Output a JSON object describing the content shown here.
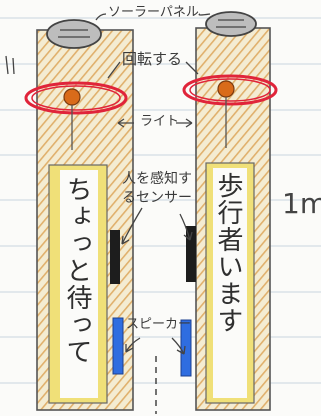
{
  "labels": {
    "solar_panel": "ソーラーパネル",
    "rotate": "回転する",
    "light": "ライト",
    "human_sensor": "人を感知するセンサー",
    "speaker": "スピーカー",
    "scale": "1m"
  },
  "pillar_messages": {
    "left": "ちょっと待って",
    "right": "歩行者います"
  },
  "colors": {
    "pillar_fill": "#f2e9c8",
    "stripe": "#e0b06c",
    "rotating_ring": "#e0243a",
    "lamp": "#d96b1a",
    "sensor": "#1d1d1d",
    "speaker": "#2f6de0",
    "panel_yellow": "#f0e078",
    "paper_lines": "#b8c7d6"
  },
  "icons": {
    "solar_panel": "disc-icon",
    "light": "lamp-icon",
    "sensor": "sensor-icon",
    "speaker": "speaker-icon"
  }
}
